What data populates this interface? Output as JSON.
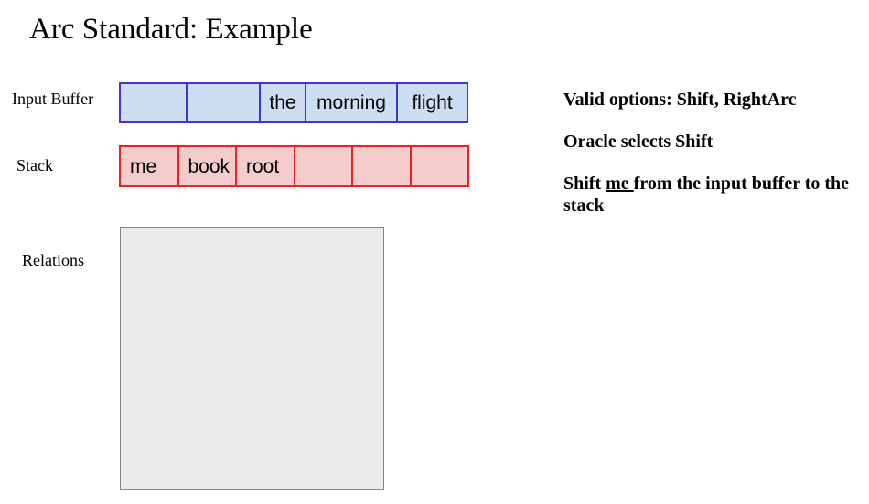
{
  "title": "Arc Standard: Example",
  "input_buffer": {
    "label": "Input Buffer",
    "cells": [
      "",
      "",
      "the",
      "morning",
      "flight"
    ]
  },
  "stack": {
    "label": "Stack",
    "cells": [
      "me",
      "book",
      "root",
      "",
      "",
      ""
    ]
  },
  "relations": {
    "label": "Relations"
  },
  "notes": {
    "valid_options": "Valid options: Shift, RightArc",
    "oracle_selects": "Oracle selects Shift",
    "action": {
      "prefix": "Shift ",
      "underlined": "me ",
      "suffix": "from the input buffer to the stack"
    }
  },
  "colors": {
    "buffer_fill": "#cdddf2",
    "buffer_border": "#4433d4",
    "stack_fill": "#f4cccc",
    "stack_border": "#ee2222",
    "relations_fill": "#ebebeb",
    "relations_border": "#888888"
  }
}
